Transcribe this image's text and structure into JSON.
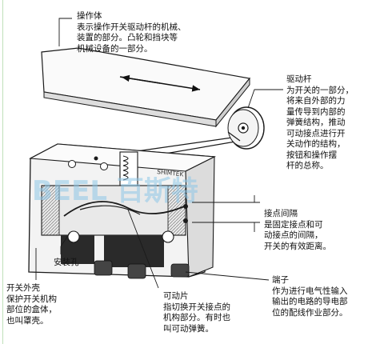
{
  "watermark": "BEEL 百斯特",
  "callouts": {
    "actuator_body": {
      "title": "操作体",
      "lines": [
        "表示操作开关驱动杆的机械、",
        "装置的部分。凸轮和挡块等",
        "机械设备的一部分。"
      ]
    },
    "actuator_lever": {
      "title": "驱动杆",
      "lines": [
        "为开关的一部分，",
        "将来自外部的力",
        "量传导到内部的",
        "弹簧结构，推动",
        "可动接点进行开",
        "关动作的结构，",
        "按钮和操作摆",
        "杆的总称。"
      ]
    },
    "contact_gap": {
      "title": "接点间隔",
      "lines": [
        "是固定接点和可",
        "动接点的间隔，",
        "开关的有效距离。"
      ]
    },
    "mounting_hole": {
      "title": "安装孔",
      "lines": []
    },
    "switch_housing": {
      "title": "开关外壳",
      "lines": [
        "保护开关机构",
        "部位的盒体，",
        "也叫罩壳。"
      ]
    },
    "moving_spring": {
      "title": "可动片",
      "lines": [
        "指切换开关接点的",
        "机构部分。有时也",
        "叫可动弹簧。"
      ]
    },
    "terminal": {
      "title": "端子",
      "lines": [
        "作为进行电气性输入",
        "输出的电路的导电部",
        "位的配线作业部分。"
      ]
    },
    "housing_marking": "SHIMTEK"
  },
  "colors": {
    "ink": "#111111",
    "line": "#1a1a1a",
    "body_fill": "#f2f2f2",
    "dark_fill": "#2a2a2a",
    "watermark": "#8fc8e8",
    "left_rule": "#bfe0b9"
  }
}
